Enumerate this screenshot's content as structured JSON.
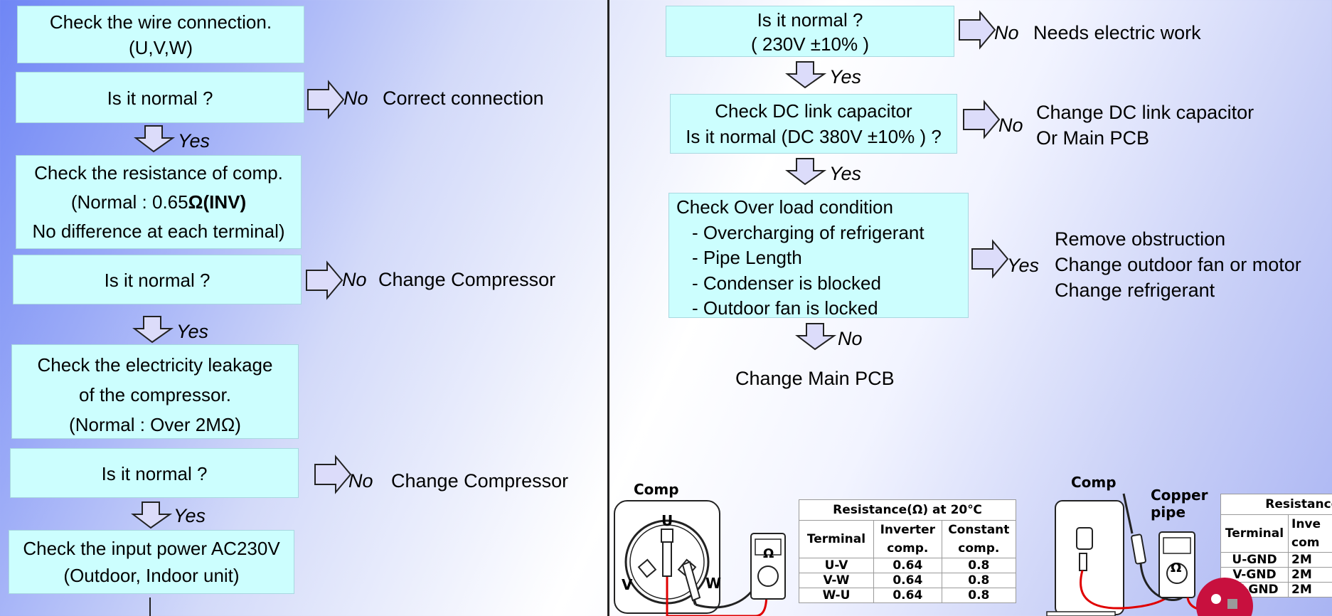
{
  "left": {
    "box1": [
      "Check the wire connection.",
      "(U,V,W)"
    ],
    "box2": "Is it normal ?",
    "box3": [
      "Check the resistance of comp.",
      "(Normal : 0.65",
      "Ω(INV)",
      "No difference at each terminal)"
    ],
    "box4": "Is it normal ?",
    "box5": [
      "Check the electricity leakage",
      "of the compressor.",
      "(Normal : Over 2MΩ)"
    ],
    "box6": "Is it normal ?",
    "box7": [
      "Check the input power AC230V",
      "(Outdoor, Indoor unit)"
    ],
    "no": "No",
    "yes": "Yes",
    "result2": "Correct connection",
    "result4": "Change Compressor",
    "result6": "Change Compressor"
  },
  "right": {
    "box1": [
      "Is it normal ?",
      "( 230V ±10% )"
    ],
    "result1": "Needs electric work",
    "box2": [
      "Check DC link capacitor",
      "Is it normal (DC 380V ±10% ) ?"
    ],
    "result2": [
      "Change DC link capacitor",
      "Or Main PCB"
    ],
    "box3": [
      "Check Over load condition",
      "- Overcharging of refrigerant",
      "- Pipe Length",
      "- Condenser is blocked",
      "- Outdoor fan is locked"
    ],
    "result3": [
      "Remove obstruction",
      "Change outdoor fan or motor",
      "Change refrigerant"
    ],
    "final": "Change Main PCB",
    "no": "No",
    "yes": "Yes"
  },
  "diagram1": {
    "comp_label": "Comp",
    "terminals": [
      "U",
      "V",
      "W"
    ],
    "ohm": "Ω",
    "table": {
      "title": "Resistance(Ω) at 20℃",
      "headers": [
        "Terminal",
        "Inverter comp.",
        "Constant comp."
      ],
      "rows": [
        [
          "U-V",
          "0.64",
          "0.8"
        ],
        [
          "V-W",
          "0.64",
          "0.8"
        ],
        [
          "W-U",
          "0.64",
          "0.8"
        ]
      ]
    }
  },
  "diagram2": {
    "comp_label": "Comp",
    "copper_label": "Copper pipe",
    "ohm": "Ω",
    "table": {
      "title": "Resistance(",
      "headers": [
        "Terminal",
        "Inve",
        "com"
      ],
      "rows": [
        [
          "U-GND",
          "2M"
        ],
        [
          "V-GND",
          "2M"
        ],
        [
          "W-GND",
          "2M"
        ]
      ]
    }
  }
}
